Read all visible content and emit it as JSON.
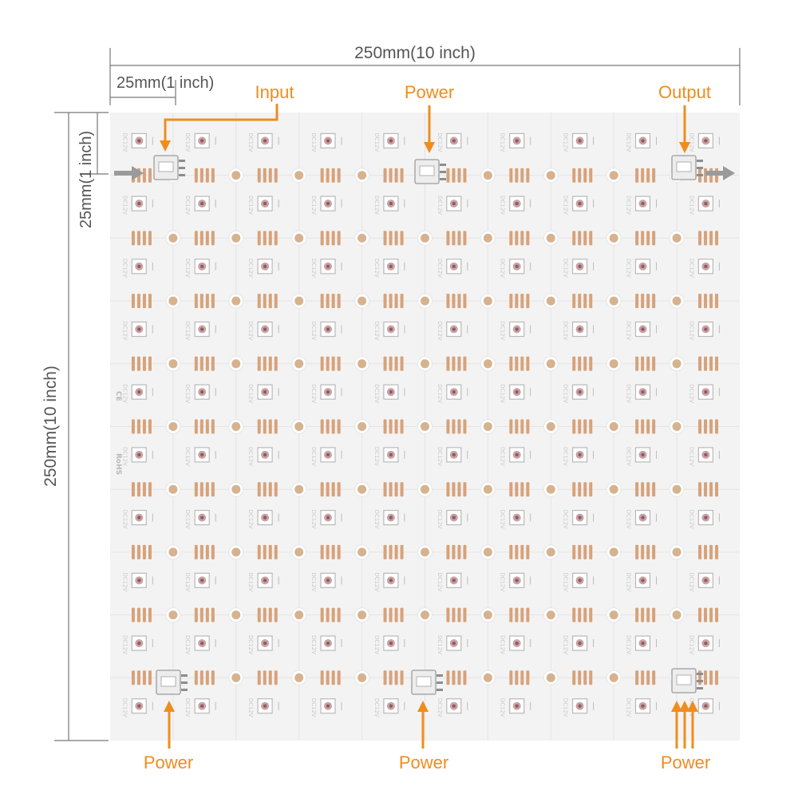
{
  "dimensions": {
    "width_label": "250mm(10 inch)",
    "pitch_label": "25mm(1 inch)",
    "height_label": "250mm(10 inch)",
    "pitch_label_vertical": "25mm(1 inch)"
  },
  "callouts": {
    "input": "Input",
    "power_top": "Power",
    "output": "Output",
    "power_bottom_left": "Power",
    "power_bottom_center": "Power",
    "power_bottom_right": "Power"
  },
  "board": {
    "grid": {
      "columns": 10,
      "rows": 10
    },
    "led_label": "DC12V",
    "rohs_mark": "RoHS",
    "ce_mark": "CE"
  },
  "colors": {
    "accent": "#f08c1e",
    "board": "#f3f3f3",
    "copper_pad": "#d7a27a",
    "dimension_line": "#777777",
    "text": "#555555"
  },
  "icons": [
    "arrow-in-icon",
    "arrow-out-icon",
    "connector-icon",
    "led-chip-icon"
  ]
}
